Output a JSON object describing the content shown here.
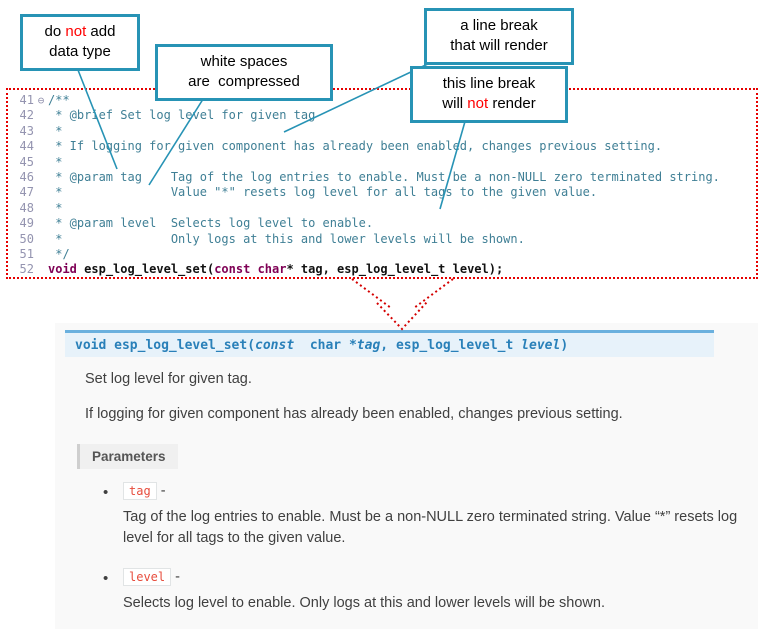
{
  "colors": {
    "callout_border": "#2793B5",
    "highlight_red": "#FF0000",
    "code_border_red": "#E60000",
    "comment_text": "#3F7F95",
    "keyword": "#7F0055",
    "line_numbers": "#9494B0",
    "sig_background": "#E7F2FA",
    "sig_border_top": "#6AB0DE",
    "sig_text": "#2980B9",
    "param_code_text": "#E74C3C",
    "body_text": "#404040"
  },
  "callouts": [
    {
      "id": "do-not-add-data-type",
      "lines": [
        [
          {
            "t": "do "
          },
          {
            "t": "not",
            "red": true
          },
          {
            "t": " add"
          }
        ],
        [
          {
            "t": "data type"
          }
        ]
      ]
    },
    {
      "id": "white-spaces-compressed",
      "lines": [
        [
          {
            "t": "white spaces"
          }
        ],
        [
          {
            "t": "are  compressed"
          }
        ]
      ]
    },
    {
      "id": "line-break-renders",
      "lines": [
        [
          {
            "t": "a line break"
          }
        ],
        [
          {
            "t": "that will render"
          }
        ]
      ]
    },
    {
      "id": "line-break-not-render",
      "lines": [
        [
          {
            "t": "this line break"
          }
        ],
        [
          {
            "t": "will "
          },
          {
            "t": "not",
            "red": true
          },
          {
            "t": " render"
          }
        ]
      ]
    }
  ],
  "code": {
    "lines": [
      {
        "num": "41",
        "fold": "⊖",
        "text": "/**"
      },
      {
        "num": "42",
        "text": " * @brief Set log level for given tag"
      },
      {
        "num": "43",
        "text": " *"
      },
      {
        "num": "44",
        "text": " * If logging for given component has already been enabled, changes previous setting."
      },
      {
        "num": "45",
        "text": " *"
      },
      {
        "num": "46",
        "text": " * @param tag    Tag of the log entries to enable. Must be a non-NULL zero terminated string."
      },
      {
        "num": "47",
        "text": " *               Value \"*\" resets log level for all tags to the given value."
      },
      {
        "num": "48",
        "text": " *"
      },
      {
        "num": "49",
        "text": " * @param level  Selects log level to enable."
      },
      {
        "num": "50",
        "text": " *               Only logs at this and lower levels will be shown."
      },
      {
        "num": "51",
        "text": " */"
      },
      {
        "num": "52",
        "segments": [
          {
            "t": "void",
            "c": "kw"
          },
          {
            "t": " ",
            "c": "pl"
          },
          {
            "t": "esp_log_level_set",
            "c": "fn"
          },
          {
            "t": "(",
            "c": "pl"
          },
          {
            "t": "const",
            "c": "kw"
          },
          {
            "t": " ",
            "c": "pl"
          },
          {
            "t": "char",
            "c": "kw"
          },
          {
            "t": "* tag, esp_log_level_t level);",
            "c": "pl"
          }
        ]
      }
    ]
  },
  "docs": {
    "signature": [
      {
        "t": "void ",
        "cls": ""
      },
      {
        "t": "esp_log_level_set",
        "cls": ""
      },
      {
        "t": "(",
        "cls": ""
      },
      {
        "t": "const",
        "cls": "kw-it"
      },
      {
        "t": "  char *",
        "cls": ""
      },
      {
        "t": "tag",
        "cls": "it"
      },
      {
        "t": ", ",
        "cls": ""
      },
      {
        "t": "esp_log_level_t ",
        "cls": ""
      },
      {
        "t": "level",
        "cls": "it"
      },
      {
        "t": ")",
        "cls": ""
      }
    ],
    "summary": "Set log level for given tag.",
    "description": "If logging for given component has already been enabled, changes previous setting.",
    "parameters_label": "Parameters",
    "params": [
      {
        "name": "tag",
        "sep": "-",
        "desc": "Tag of the log entries to enable. Must be a non-NULL zero terminated string. Value “*” resets log level for all tags to the given value."
      },
      {
        "name": "level",
        "sep": "-",
        "desc": "Selects log level to enable. Only logs at this and lower levels will be shown."
      }
    ]
  }
}
